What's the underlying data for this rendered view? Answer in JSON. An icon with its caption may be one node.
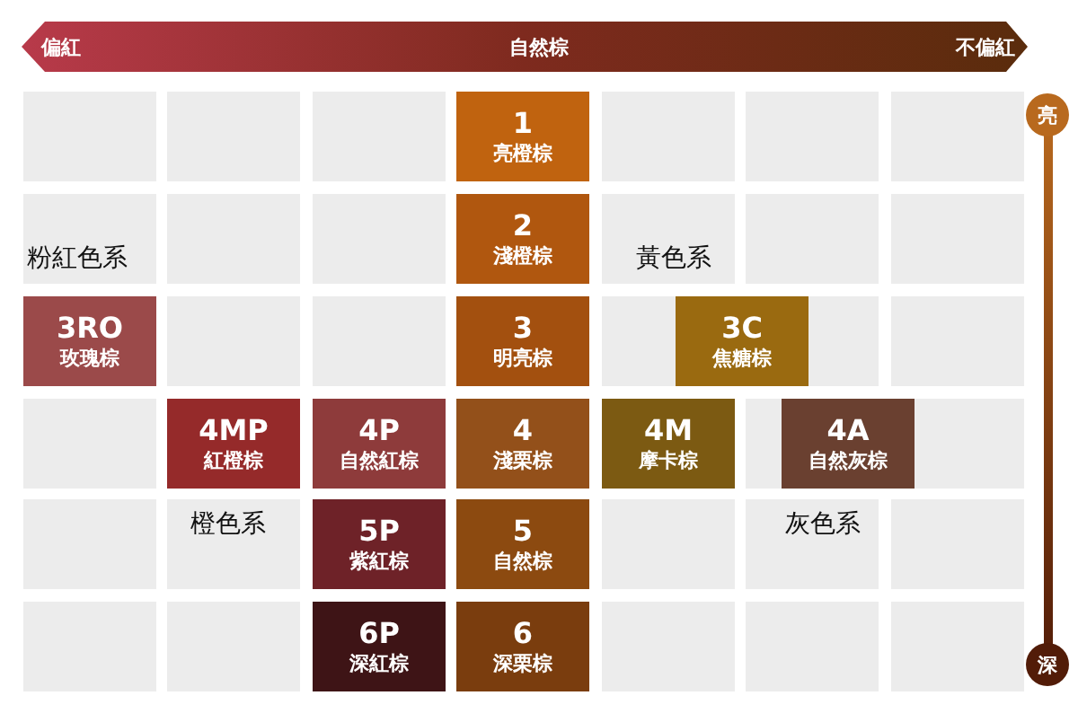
{
  "diagram": {
    "nodes": [
      {
        "text": [
          "1",
          "亮橙棕"
        ]
      },
      {
        "text": [
          "2",
          "淺橙棕"
        ]
      },
      {
        "text": [
          "3RO",
          "玫瑰棕"
        ]
      },
      {
        "text": [
          "3",
          "明亮棕"
        ]
      },
      {
        "text": [
          "3C",
          "焦糖棕"
        ]
      },
      {
        "text": [
          "4MP",
          "紅橙棕"
        ]
      },
      {
        "text": [
          "4P",
          "自然紅棕"
        ]
      },
      {
        "text": [
          "4",
          "淺栗棕"
        ]
      },
      {
        "text": [
          "4M",
          "摩卡棕"
        ]
      },
      {
        "text": [
          "4A",
          "自然灰棕"
        ]
      },
      {
        "text": [
          "5P",
          "紫紅棕"
        ]
      },
      {
        "text": [
          "5",
          "自然棕"
        ]
      },
      {
        "text": [
          "6P",
          "深紅棕"
        ]
      },
      {
        "text": [
          "6",
          "深栗棕"
        ]
      }
    ],
    "edges": [],
    "labels": [
      "偏紅",
      "自然棕",
      "不偏紅",
      "亮",
      "粉紅色系",
      "黃色系",
      "橙色系",
      "灰色系",
      "深"
    ]
  }
}
